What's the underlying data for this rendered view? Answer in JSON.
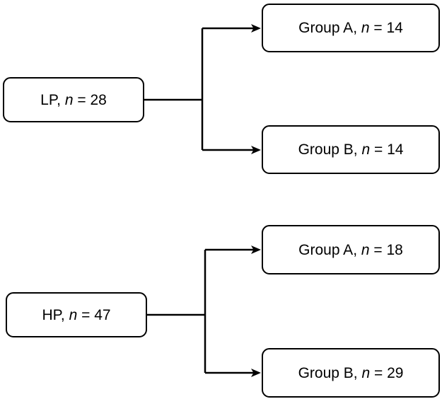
{
  "flow": {
    "background_color": "#ffffff",
    "line_color": "#000000",
    "box_fill": "#ffffff",
    "box_border_color": "#000000",
    "lp_tree": {
      "root": {
        "prefix": "LP, ",
        "var": "n",
        "rest": " = 28"
      },
      "group_a": {
        "prefix": "Group A, ",
        "var": "n",
        "rest": " = 14"
      },
      "group_b": {
        "prefix": "Group B, ",
        "var": "n",
        "rest": " = 14"
      }
    },
    "hp_tree": {
      "root": {
        "prefix": "HP, ",
        "var": "n",
        "rest": " = 47"
      },
      "group_a": {
        "prefix": "Group A, ",
        "var": "n",
        "rest": " = 18"
      },
      "group_b": {
        "prefix": "Group B, ",
        "var": "n",
        "rest": " = 29"
      }
    }
  }
}
